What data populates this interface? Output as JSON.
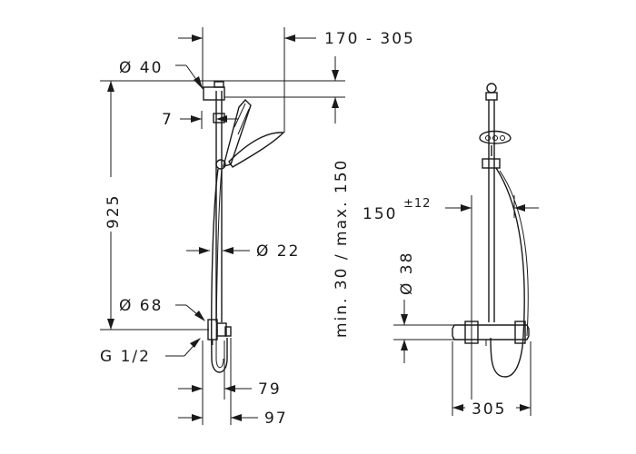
{
  "dimensions": {
    "slide_range": "170 - 305",
    "rail_diameter": "Ø 40",
    "gap": "7",
    "height": "925",
    "adjust_range": "min. 30 / max. 150",
    "hose_diameter": "Ø 22",
    "mixer_diameter": "Ø 68",
    "connection_thread": "G 1/2",
    "depth_79": "79",
    "depth_97": "97",
    "centre_distance": "150",
    "centre_tolerance": "±12",
    "body_diameter": "Ø 38",
    "width": "305"
  }
}
